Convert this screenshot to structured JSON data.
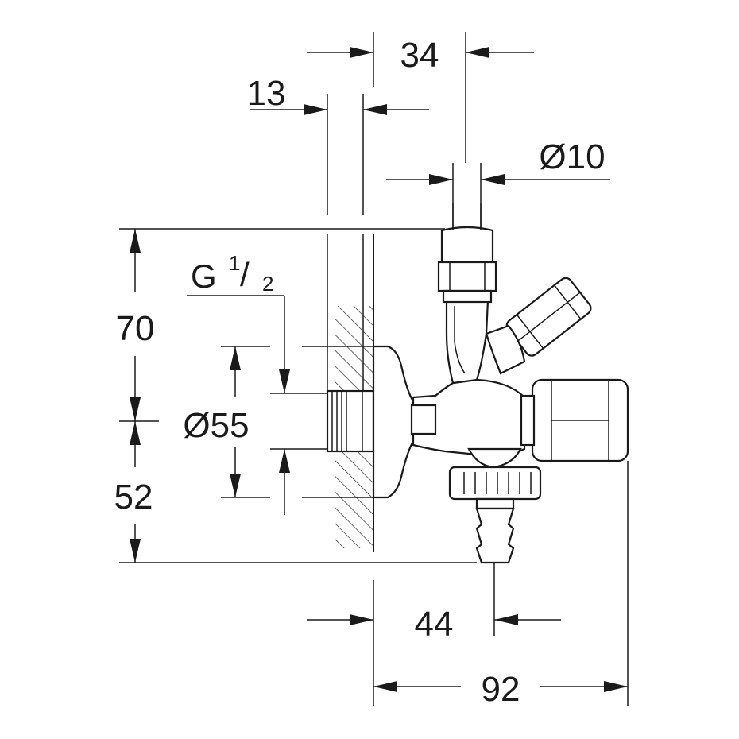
{
  "dimensions": {
    "d34": "34",
    "d13": "13",
    "d10": "Ø10",
    "d70": "70",
    "d55": "Ø55",
    "d52": "52",
    "d44": "44",
    "d92": "92"
  },
  "thread": {
    "letter": "G",
    "numerator": "1",
    "slash": "/",
    "denominator": "2"
  },
  "colors": {
    "line": "#1a1a1a",
    "background": "#ffffff"
  }
}
